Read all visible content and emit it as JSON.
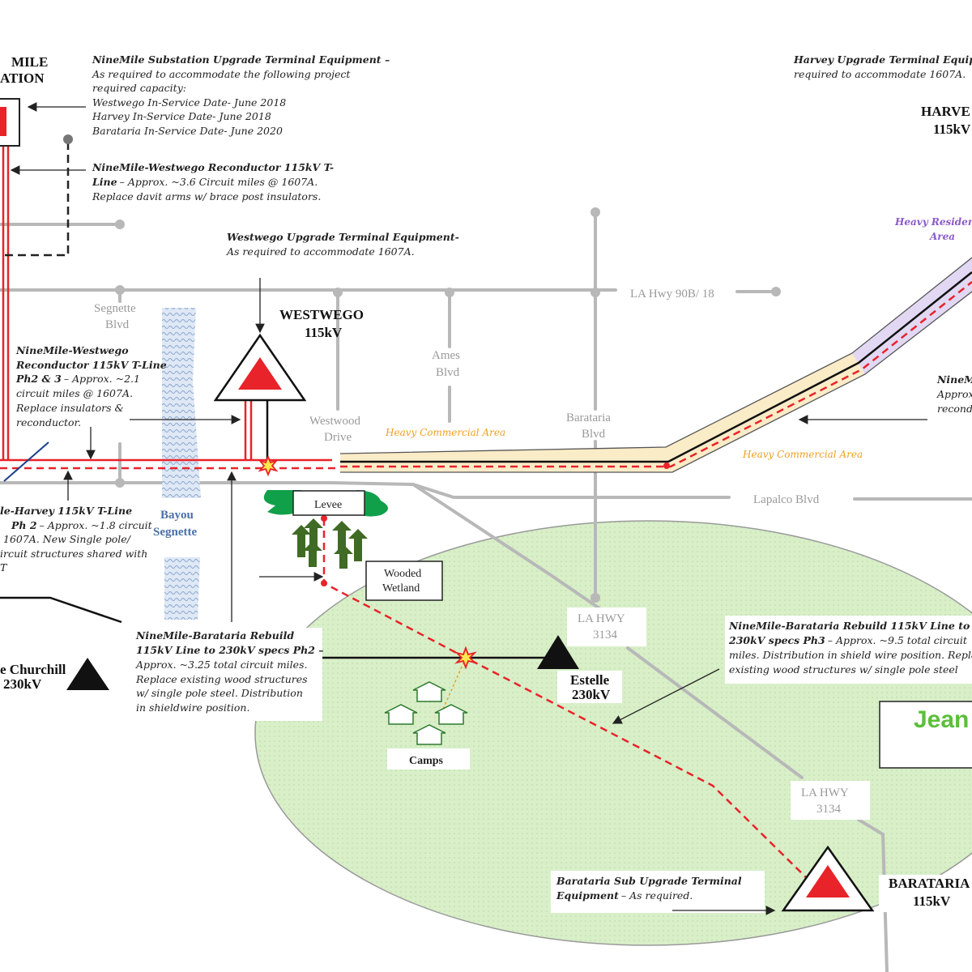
{
  "colors": {
    "new_line": "#e8232a",
    "road": "#b8b8b8",
    "commercial_area": "#fbecc8",
    "residential_area": "#e2d8f4",
    "project_area": "#d8efc8",
    "forest": "#3f6b24",
    "levee": "#11a04a",
    "water": "#c9d8ef"
  },
  "substations": {
    "ninemile_title": "MILE",
    "ninemile_title2": "ATION",
    "westwego_name": "WESTWEGO",
    "westwego_kv": "115kV",
    "harvey_name": "HARVE",
    "harvey_kv": "115kV",
    "estelle_name": "Estelle",
    "estelle_kv": "230kV",
    "churchill_name": "e Churchill",
    "churchill_kv": "230kV",
    "barataria_name": "BARATARIA",
    "barataria_kv": "115kV"
  },
  "roads": {
    "segnette_1": "Segnette",
    "segnette_2": "Blvd",
    "ames_1": "Ames",
    "ames_2": "Blvd",
    "westwood_1": "Westwood",
    "westwood_2": "Drive",
    "barataria_1": "Barataria",
    "barataria_2": "Blvd",
    "la_hwy_90b": "LA Hwy 90B/ 18",
    "lapalco": "Lapalco Blvd",
    "la_hwy_3134_a1": "LA HWY",
    "la_hwy_3134_a2": "3134",
    "la_hwy_3134_b1": "LA HWY",
    "la_hwy_3134_b2": "3134"
  },
  "areas": {
    "heavy_commercial_1": "Heavy Commercial Area",
    "heavy_commercial_2": "Heavy Commercial Area",
    "heavy_residential_1": "Heavy Residen",
    "heavy_residential_2": "Area"
  },
  "features": {
    "bayou_1": "Bayou",
    "bayou_2": "Segnette",
    "levee": "Levee",
    "wooded_wetland_1": "Wooded",
    "wooded_wetland_2": "Wetland",
    "camps": "Camps",
    "jean": "Jean"
  },
  "notes": {
    "ninemile_upgrade": {
      "title": "NineMile Substation Upgrade Terminal Equipment –",
      "lines": [
        "As required to accommodate the following project",
        "required capacity:",
        "Westwego In-Service Date- June 2018",
        "Harvey In-Service Date- June 2018",
        "Barataria In-Service Date- June 2020"
      ]
    },
    "ninemile_westwego_recond": {
      "title_a": "NineMile-Westwego Reconductor 115kV T-",
      "title_b": "Line",
      "rest_b": "– Approx. ~3.6 Circuit miles @ 1607A.",
      "line_c": "Replace davit arms w/ brace post insulators."
    },
    "westwego_upgrade": {
      "title": "Westwego Upgrade Terminal Equipment-",
      "line": "As required to accommodate 1607A."
    },
    "harvey_upgrade": {
      "title": "Harvey Upgrade Terminal Equipm",
      "line": "required to accommodate 1607A."
    },
    "ninemile_westwego_ph23": {
      "title_a": "NineMile-Westwego",
      "title_b": "Reconductor 115kV T-Line",
      "title_c": "Ph2 & 3",
      "rest_c": "– Approx. ~2.1",
      "lines": [
        "circuit miles @ 1607A.",
        "Replace insulators &",
        "reconductor."
      ]
    },
    "ninemile_harvey": {
      "title_a": "le-Harvey 115kV T-Line",
      "title_b": "Ph 2",
      "rest_b": "– Approx. ~1.8 circuit",
      "lines": [
        "1607A. New Single pole/",
        "ircuit structures shared with",
        "T"
      ]
    },
    "ninemile_barataria_ph2": {
      "title_a": "NineMile-Barataria Rebuild",
      "title_b": "115kV Line to 230kV specs Ph2 –",
      "lines": [
        "Approx. ~3.25 total circuit miles.",
        "Replace existing wood structures",
        "w/ single pole steel. Distribution",
        "in shieldwire position."
      ]
    },
    "ninemile_barataria_ph3": {
      "title_a": "NineMile-Barataria Rebuild 115kV Line to",
      "title_b": "230kV specs Ph3",
      "rest_b": "– Approx. ~9.5 total circuit",
      "lines": [
        "miles. Distribution in shield wire position. Replac",
        "existing wood structures w/ single pole steel"
      ]
    },
    "ninemile_right": {
      "title": "NineMi",
      "lines": [
        "Approx",
        "recond"
      ]
    },
    "barataria_upgrade": {
      "title_a": "Barataria Sub Upgrade Terminal",
      "title_b": "Equipment",
      "rest_b": "– As required."
    }
  }
}
